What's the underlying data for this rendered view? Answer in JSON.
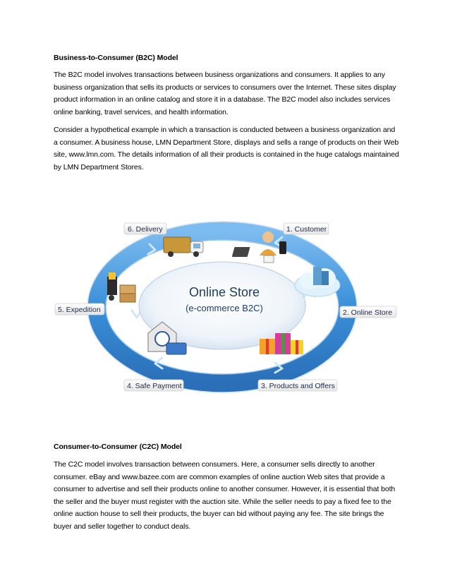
{
  "b2c": {
    "heading": "Business-to-Consumer (B2C) Model",
    "paragraph1": "The B2C model involves transactions between business organizations and consumers. It applies to any business organization that sells its products or services to consumers over the Internet. These sites display product information in an online catalog and store it in a database. The B2C model also includes services online banking, travel services, and health information.",
    "paragraph2": " Consider a hypothetical example in which a transaction is conducted between a business organization and a consumer. A business house, LMN Department Store, displays and sells a range of products on their Web site, www.lmn.com. The details information of all their products is contained in the huge catalogs maintained by LMN Department Stores."
  },
  "diagram": {
    "center_title": "Online Store",
    "center_subtitle": "(e-commerce B2C)",
    "steps": [
      {
        "label": "1. Customer",
        "icon": "customer-laptop-icon"
      },
      {
        "label": "2. Online Store",
        "icon": "cloud-store-icon"
      },
      {
        "label": "3. Products and Offers",
        "icon": "gift-boxes-icon"
      },
      {
        "label": "4. Safe Payment",
        "icon": "secure-payment-icon"
      },
      {
        "label": "5. Expedition",
        "icon": "forklift-boxes-icon"
      },
      {
        "label": "6. Delivery",
        "icon": "delivery-truck-icon"
      }
    ],
    "colors": {
      "ring": "#3a8fd8",
      "ring_light": "#8cc4f0",
      "center_text": "#1f3d66",
      "label_bg": "#f7f7f7"
    }
  },
  "c2c": {
    "heading": "Consumer-to-Consumer (C2C) Model",
    "paragraph": "The C2C model involves transaction between consumers. Here, a consumer sells directly to another consumer. eBay and www.bazee.com are common examples of online auction Web sites that provide a consumer to advertise and sell their products online to another consumer. However, it is essential that both the seller and the buyer must register with the auction site. While the seller needs to pay a fixed fee to the online auction house to sell their products, the buyer can bid without paying any fee. The site brings the buyer and seller together to conduct deals."
  }
}
